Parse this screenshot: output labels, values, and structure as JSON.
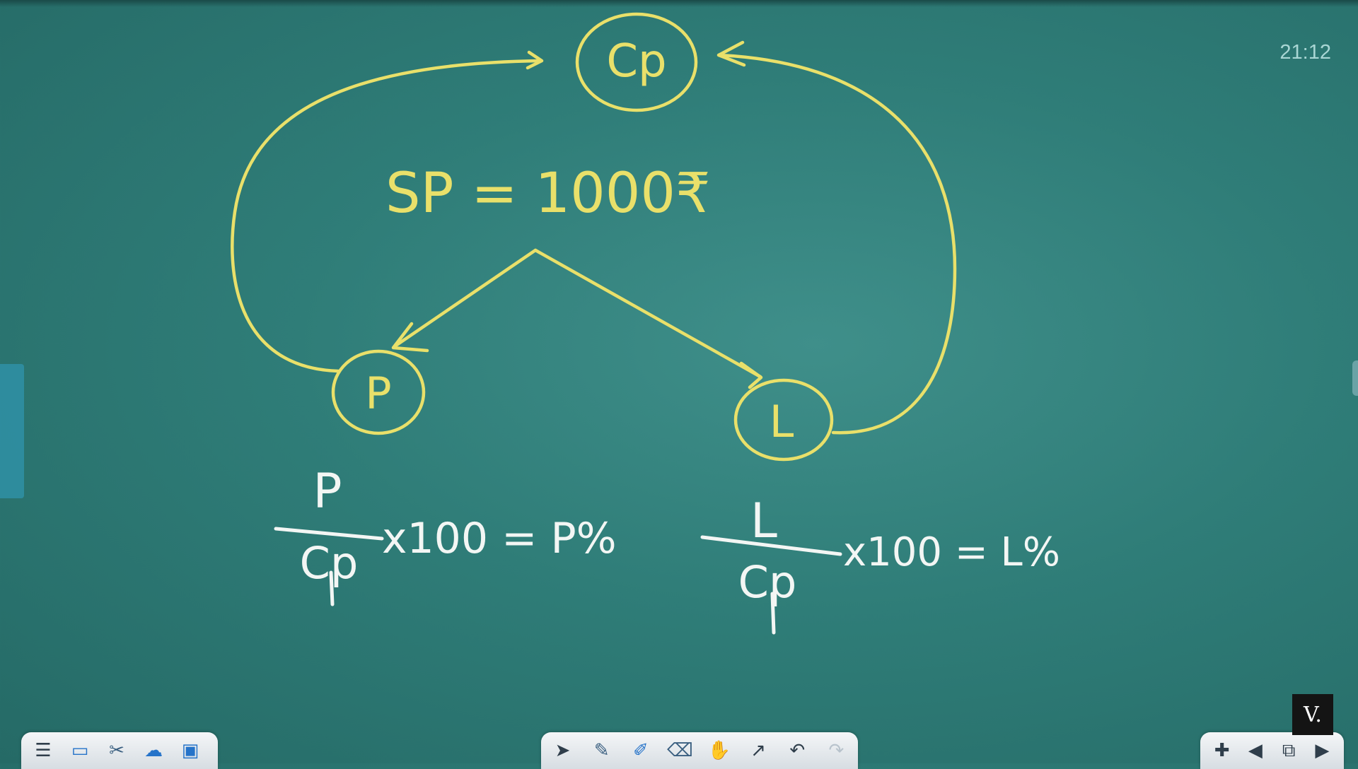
{
  "clock": {
    "time": "21:12"
  },
  "board": {
    "top_node": "Cp",
    "selling_price": "SP = 1000₹",
    "left_node": "P",
    "right_node": "L",
    "profit_formula": {
      "numerator": "P",
      "denominator": "Cp",
      "tail": "x100 = P%"
    },
    "loss_formula": {
      "numerator": "L",
      "denominator": "Cp",
      "tail": "x100 = L%"
    }
  },
  "toolbars": {
    "left": [
      "menu-icon",
      "blackboard-icon",
      "tools-icon",
      "cloud-icon",
      "image-icon"
    ],
    "middle": [
      "select-arrow-icon",
      "pen-icon",
      "highlighter-icon",
      "eraser-icon",
      "hand-icon",
      "arrow-tool-icon",
      "undo-icon",
      "redo-icon"
    ],
    "right": [
      "add-page-icon",
      "previous-page-icon",
      "page-counter-icon",
      "next-page-icon"
    ]
  },
  "logo": {
    "text": "V."
  },
  "colors": {
    "chalk_yellow": "#e9e06a",
    "chalk_white": "#f3f6f4",
    "board": "#2f7d78"
  }
}
